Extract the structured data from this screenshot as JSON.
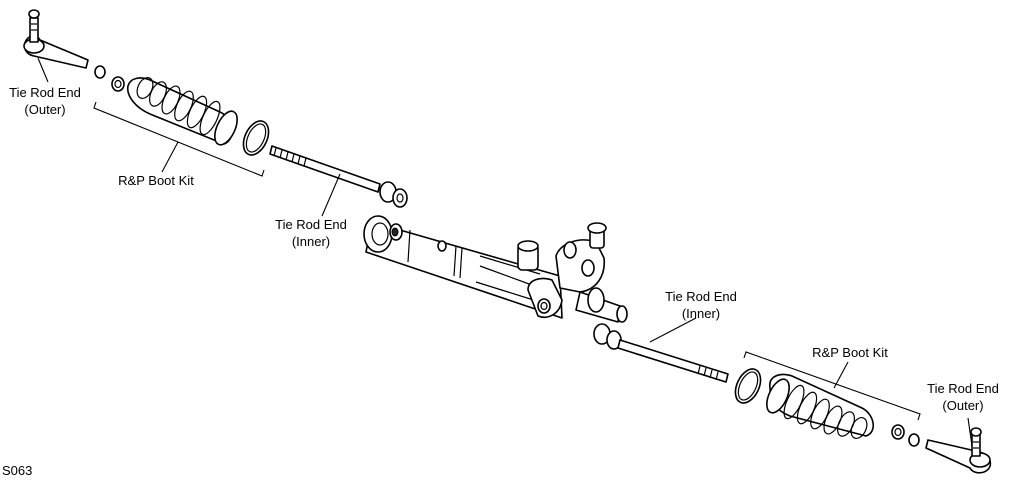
{
  "labels": {
    "tie_rod_outer_left": {
      "line1": "Tie Rod End",
      "line2": "(Outer)"
    },
    "boot_kit_left": "R&P Boot Kit",
    "tie_rod_inner_left": {
      "line1": "Tie Rod End",
      "line2": "(Inner)"
    },
    "tie_rod_inner_right": {
      "line1": "Tie Rod End",
      "line2": "(Inner)"
    },
    "boot_kit_right": "R&P Boot Kit",
    "tie_rod_outer_right": {
      "line1": "Tie Rod End",
      "line2": "(Outer)"
    }
  },
  "figure_code": "S063",
  "colors": {
    "line": "#000000",
    "background": "#ffffff",
    "fill": "#ffffff"
  }
}
